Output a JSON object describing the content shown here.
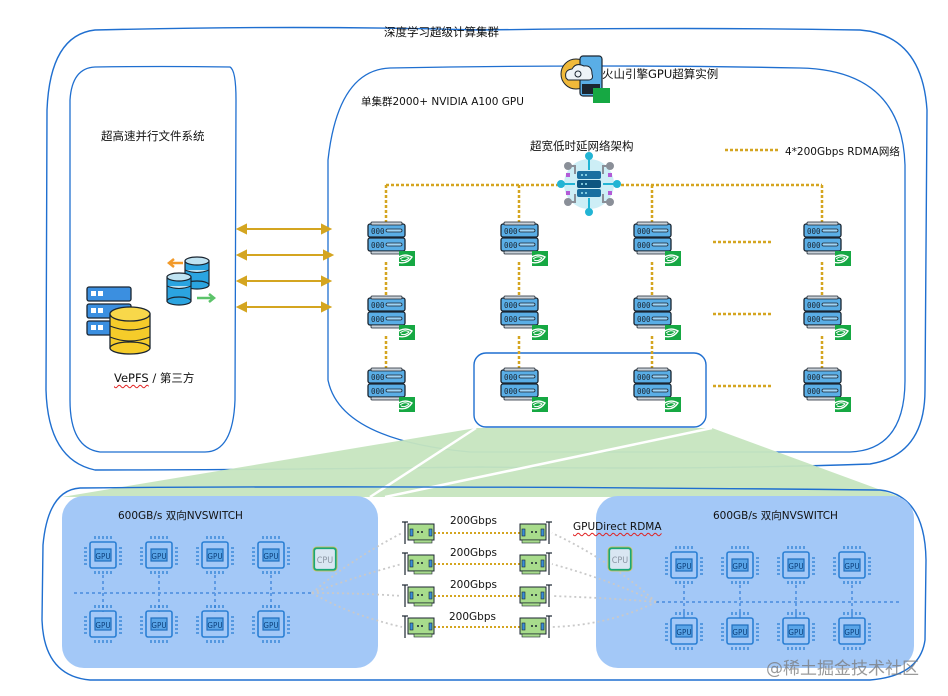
{
  "title": "深度学习超级计算集群",
  "storage_panel": {
    "title": "超高速并行文件系统",
    "caption_name": "VePFS",
    "caption_sep": " / ",
    "caption_rest": "第三方",
    "link_count": 4
  },
  "compute_panel": {
    "instance_label": "火山引擎GPU超算实例",
    "cluster_label": "单集群2000+ NVIDIA A100 GPU",
    "network_label": "超宽低时延网络架构",
    "legend_label": "4*200Gbps RDMA网络",
    "server_grid": {
      "columns": 4,
      "rows": 3,
      "ellipsis_between_col3_col4": true
    }
  },
  "node_detail": {
    "left_node": {
      "nvswitch_label": "600GB/s 双向NVSWITCH",
      "gpu_count": 8,
      "gpu_label": "GPU",
      "cpu_label": "CPU"
    },
    "right_node": {
      "nvswitch_label": "600GB/s 双向NVSWITCH",
      "gpu_count": 8,
      "gpu_label": "GPU",
      "cpu_label": "CPU"
    },
    "links": [
      {
        "label": "200Gbps"
      },
      {
        "label": "200Gbps"
      },
      {
        "label": "200Gbps"
      },
      {
        "label": "200Gbps"
      }
    ],
    "rdma_label": "GPUDirect RDMA"
  },
  "watermark": "@稀土掘金技术社区",
  "colors": {
    "frame_blue": "#1f6fd0",
    "node_blue": "#a3c8f7",
    "gpu_stroke": "#2a7fd4",
    "rdma_gold": "#d4a520",
    "nvidia_green": "#16a843",
    "zoom_green": "#c6e5bf",
    "server_blue": "#5aaee6"
  }
}
